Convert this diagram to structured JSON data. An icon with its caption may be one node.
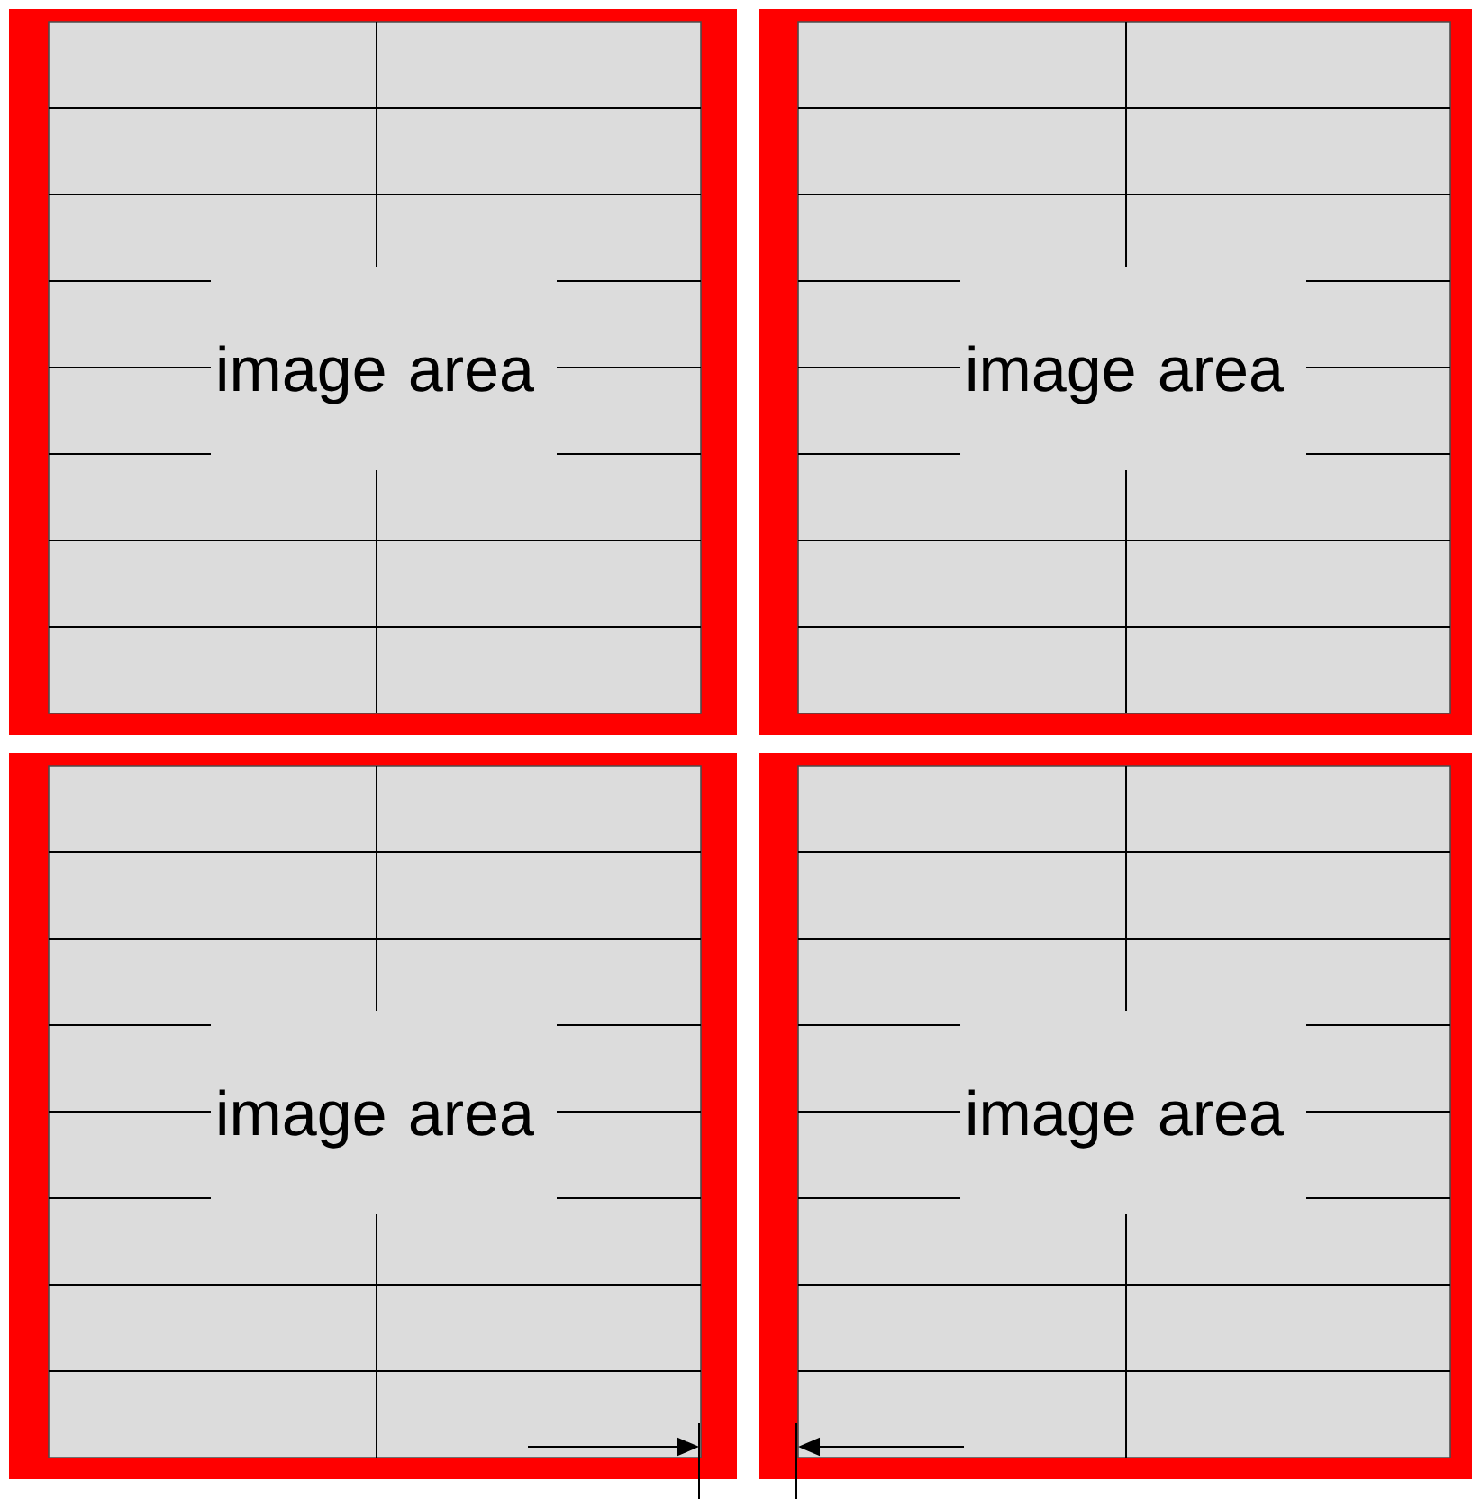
{
  "diagram": {
    "nodes": [
      {
        "text": [
          "image area"
        ]
      },
      {
        "text": [
          "image area"
        ]
      },
      {
        "text": [
          "image area"
        ]
      },
      {
        "text": [
          "image area"
        ]
      }
    ]
  }
}
